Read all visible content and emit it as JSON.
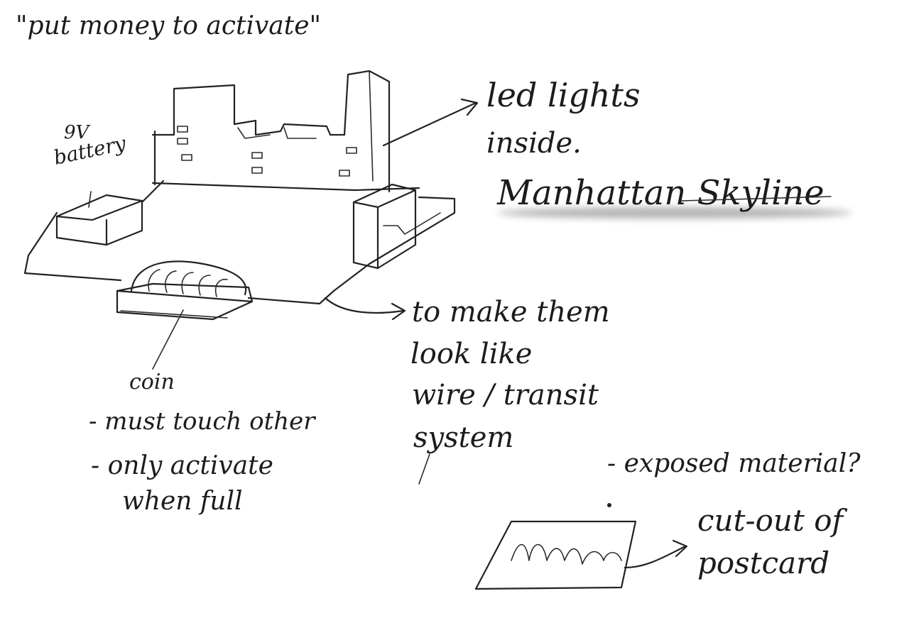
{
  "labels": {
    "title": "\"put money to activate\"",
    "battery_line1": "9V",
    "battery_line2": "battery",
    "led_line1": "led lights",
    "led_line2": "inside.",
    "skyline": "Manhattan Skyline",
    "wire_line1": "to make them",
    "wire_line2": "look like",
    "wire_line3": "wire / transit",
    "wire_line4": "system",
    "coin": "coin",
    "coin_note1": "- must touch other",
    "coin_note2": "- only activate",
    "coin_note3": "when full",
    "exposed": "- exposed material?",
    "postcard_line1": "cut-out of",
    "postcard_line2": "postcard"
  },
  "colors": {
    "ink": "#222222",
    "highlight": "#9a9a9a"
  }
}
